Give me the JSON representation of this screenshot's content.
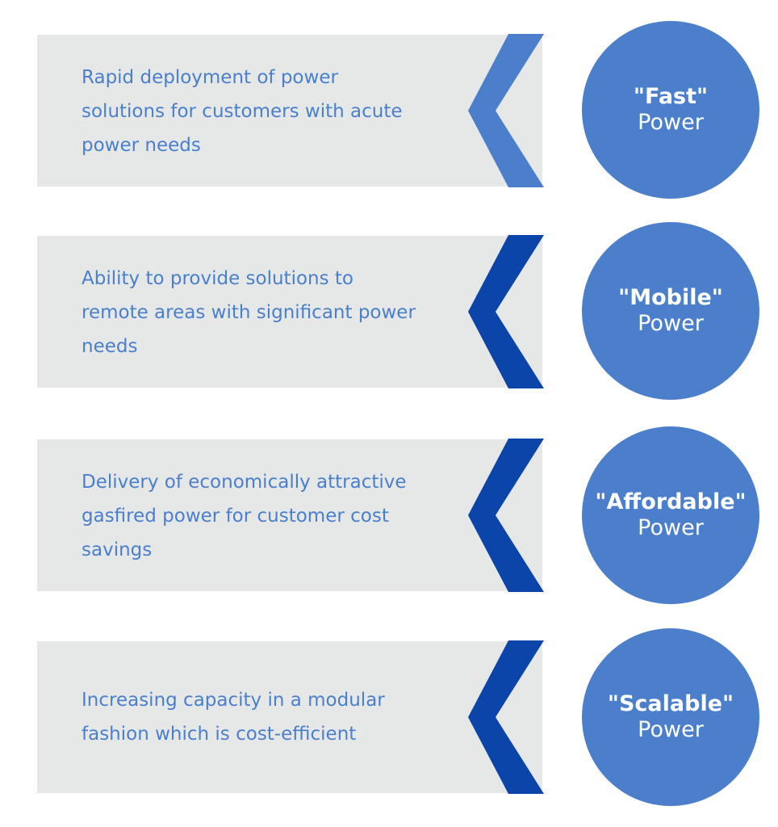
{
  "colors": {
    "panel_bg": "#e6e8e8",
    "text": "#4a7fcb",
    "circle": "#4b7fcc",
    "chevron_light": "#4b7fcc",
    "chevron_dark": "#0b45a9"
  },
  "items": [
    {
      "description": [
        "Rapid deployment of power",
        "solutions for customers with acute",
        "power needs"
      ],
      "label": "\"Fast\"",
      "sublabel": "Power",
      "chevron_style": "light"
    },
    {
      "description": [
        "Ability to provide solutions to",
        "remote areas with significant power",
        "needs"
      ],
      "label": "\"Mobile\"",
      "sublabel": "Power",
      "chevron_style": "dark"
    },
    {
      "description": [
        "Delivery of economically attractive",
        "gasfired power for customer cost",
        "savings"
      ],
      "label": "\"Affordable\"",
      "sublabel": "Power",
      "chevron_style": "dark"
    },
    {
      "description": [
        "Increasing capacity in a modular",
        "fashion which is cost-efficient"
      ],
      "label": "\"Scalable\"",
      "sublabel": "Power",
      "chevron_style": "dark"
    }
  ]
}
